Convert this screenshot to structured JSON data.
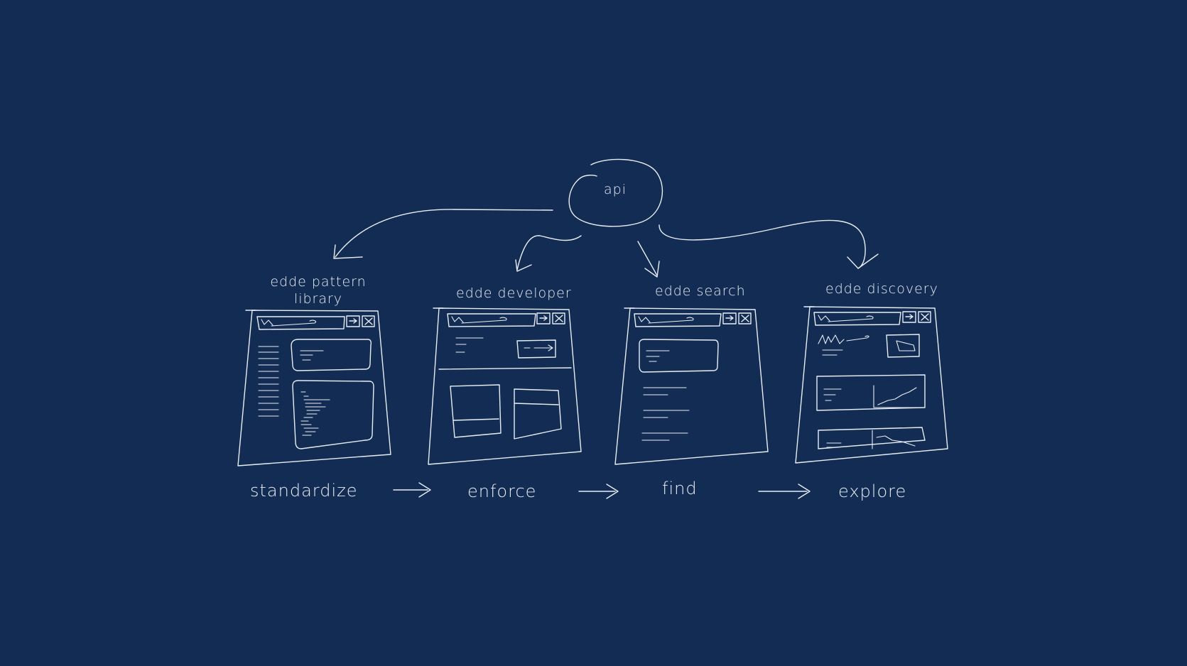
{
  "api": {
    "label": "api"
  },
  "apps": [
    {
      "title": "edde pattern\nlibrary",
      "step": "standardize"
    },
    {
      "title": "edde developer",
      "step": "enforce"
    },
    {
      "title": "edde search",
      "step": "find"
    },
    {
      "title": "edde discovery",
      "step": "explore"
    }
  ],
  "colors": {
    "background": "#122c53",
    "ink": "#e9eef6"
  }
}
